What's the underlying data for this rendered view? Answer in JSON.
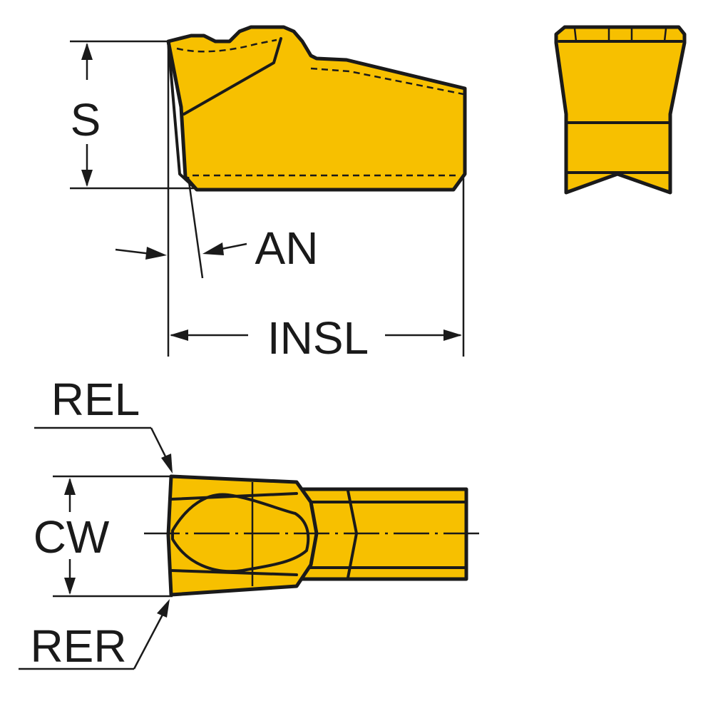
{
  "colors": {
    "insert": "#f7c000",
    "line": "#1a1a1a",
    "background": "#ffffff"
  },
  "labels": {
    "s": "S",
    "an": "AN",
    "insl": "INSL",
    "rel": "REL",
    "cw": "CW",
    "rer": "RER"
  }
}
